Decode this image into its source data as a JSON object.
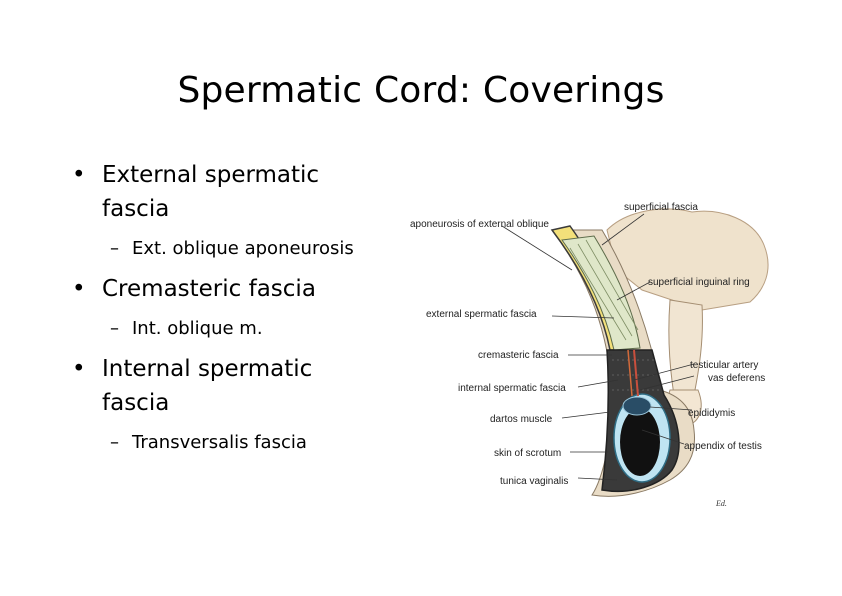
{
  "slide": {
    "title": "Spermatic Cord: Coverings",
    "bullets": [
      {
        "text": "External spermatic fascia",
        "line1": "External spermatic",
        "line2": "fascia",
        "sub": "Ext. oblique aponeurosis"
      },
      {
        "text": "Cremasteric fascia",
        "line1": "Cremasteric fascia",
        "line2": "",
        "sub": "Int. oblique m."
      },
      {
        "text": "Internal spermatic fascia",
        "line1": "Internal spermatic",
        "line2": "fascia",
        "sub": "Transversalis fascia"
      }
    ],
    "bullet_glyph": "•",
    "dash_glyph": "–"
  },
  "figure": {
    "labels": {
      "superficial_fascia": "superficial fascia",
      "aponeurosis": "aponeurosis of external oblique",
      "superficial_ring": "superficial inguinal ring",
      "external_spermatic": "external spermatic fascia",
      "cremasteric": "cremasteric fascia",
      "testicular_artery": "testicular artery",
      "vas_deferens": "vas deferens",
      "internal_spermatic": "internal spermatic fascia",
      "dartos": "dartos muscle",
      "epididymis": "epididymis",
      "appendix": "appendix of testis",
      "skin": "skin of scrotum",
      "tunica": "tunica vaginalis"
    },
    "signature": "Ed."
  }
}
